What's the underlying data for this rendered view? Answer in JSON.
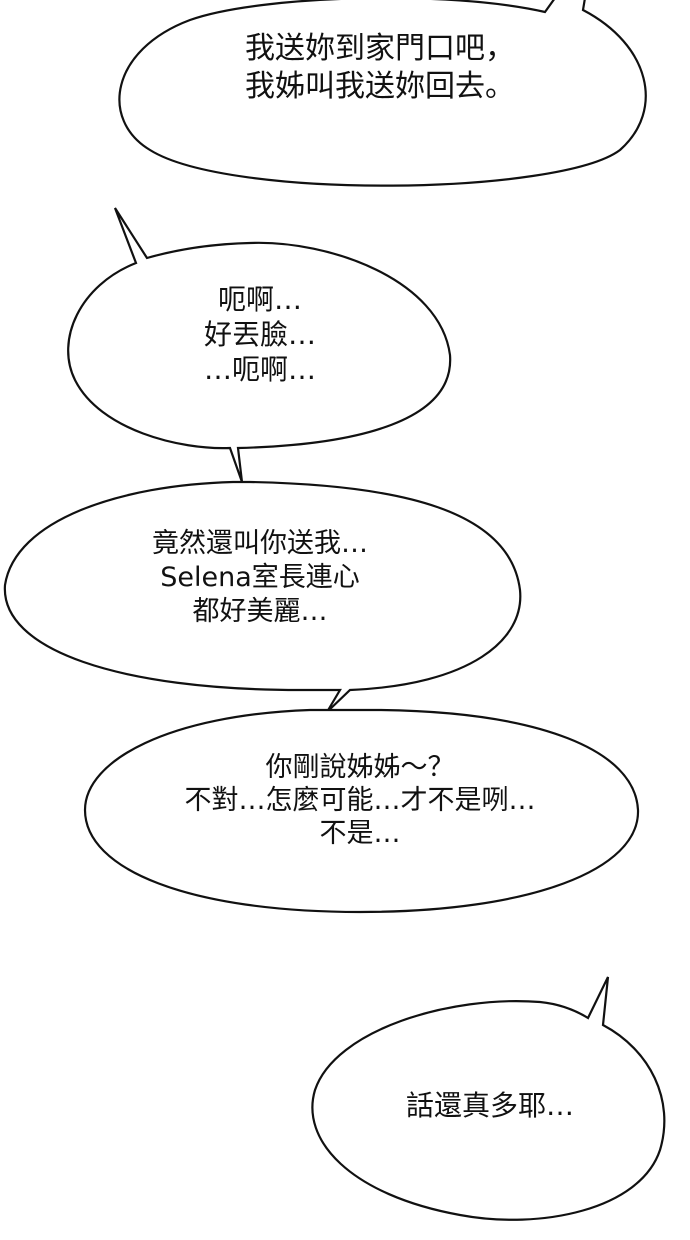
{
  "page": {
    "background": "#ffffff",
    "stroke_color": "#111111"
  },
  "bubbles": [
    {
      "id": 1,
      "lines": [
        "我送妳到家門口吧，",
        "我姊叫我送妳回去。"
      ]
    },
    {
      "id": 2,
      "lines": [
        "呃啊…",
        "好丟臉…",
        "…呃啊…"
      ]
    },
    {
      "id": 3,
      "lines": [
        "竟然還叫你送我…",
        "Selena室長連心",
        "都好美麗…"
      ]
    },
    {
      "id": 4,
      "lines": [
        "你剛說姊姊～？",
        "不對…怎麼可能…才不是咧…",
        "不是…"
      ]
    },
    {
      "id": 5,
      "lines": [
        "話還真多耶…"
      ]
    }
  ]
}
